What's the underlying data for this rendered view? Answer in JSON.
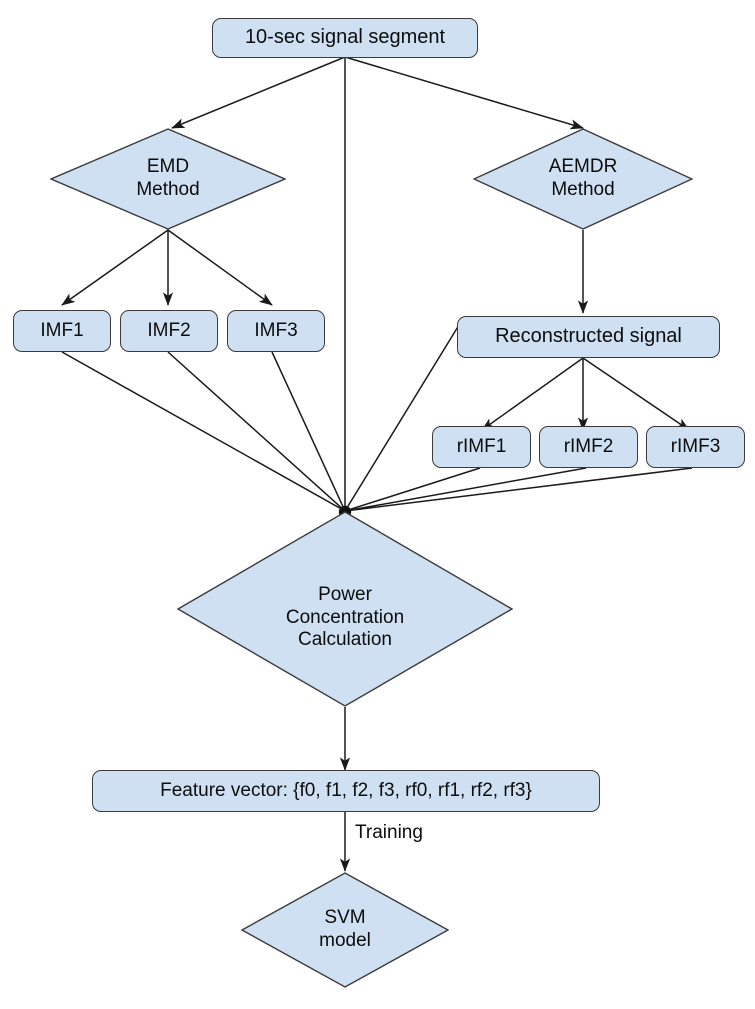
{
  "diagram": {
    "title": "EMD / AEMDR feature extraction and SVM training pipeline",
    "colors": {
      "node_fill": "#cfe0f3",
      "node_stroke": "#3b3b3b",
      "edge_stroke": "#1a1a1a",
      "text": "#0d0d0d",
      "background": "#ffffff"
    },
    "nodes": {
      "signal_segment": {
        "label": "10-sec signal segment",
        "shape": "rounded-rectangle"
      },
      "emd_method": {
        "label": "EMD\nMethod",
        "line1": "EMD",
        "line2": "Method",
        "shape": "diamond"
      },
      "aemdr_method": {
        "label": "AEMDR\nMethod",
        "line1": "AEMDR",
        "line2": "Method",
        "shape": "diamond"
      },
      "imf1": {
        "label": "IMF1",
        "shape": "rounded-rectangle"
      },
      "imf2": {
        "label": "IMF2",
        "shape": "rounded-rectangle"
      },
      "imf3": {
        "label": "IMF3",
        "shape": "rounded-rectangle"
      },
      "reconstructed_signal": {
        "label": "Reconstructed signal",
        "shape": "rounded-rectangle"
      },
      "rimf1": {
        "label": "rIMF1",
        "shape": "rounded-rectangle"
      },
      "rimf2": {
        "label": "rIMF2",
        "shape": "rounded-rectangle"
      },
      "rimf3": {
        "label": "rIMF3",
        "shape": "rounded-rectangle"
      },
      "junction": {
        "label": "",
        "shape": "junction-dot"
      },
      "power_concentration": {
        "label": "Power Concentration Calculation",
        "line1": "Power",
        "line2": "Concentration",
        "line3": "Calculation",
        "shape": "diamond"
      },
      "feature_vector": {
        "label": "Feature vector: {f0, f1, f2, f3, rf0, rf1, rf2, rf3}",
        "shape": "rounded-rectangle"
      },
      "svm_model": {
        "label": "SVM\nmodel",
        "line1": "SVM",
        "line2": "model",
        "shape": "diamond"
      }
    },
    "edge_labels": {
      "training": "Training"
    },
    "edges": [
      {
        "from": "signal_segment",
        "to": "emd_method",
        "arrow": true
      },
      {
        "from": "signal_segment",
        "to": "aemdr_method",
        "arrow": true
      },
      {
        "from": "signal_segment",
        "to": "junction",
        "arrow": false
      },
      {
        "from": "emd_method",
        "to": "imf1",
        "arrow": true
      },
      {
        "from": "emd_method",
        "to": "imf2",
        "arrow": true
      },
      {
        "from": "emd_method",
        "to": "imf3",
        "arrow": true
      },
      {
        "from": "aemdr_method",
        "to": "reconstructed_signal",
        "arrow": true
      },
      {
        "from": "reconstructed_signal",
        "to": "rimf1",
        "arrow": true
      },
      {
        "from": "reconstructed_signal",
        "to": "rimf2",
        "arrow": true
      },
      {
        "from": "reconstructed_signal",
        "to": "rimf3",
        "arrow": true
      },
      {
        "from": "imf1",
        "to": "junction",
        "arrow": false
      },
      {
        "from": "imf2",
        "to": "junction",
        "arrow": false
      },
      {
        "from": "imf3",
        "to": "junction",
        "arrow": false
      },
      {
        "from": "reconstructed_signal",
        "to": "junction",
        "arrow": false
      },
      {
        "from": "rimf1",
        "to": "junction",
        "arrow": false
      },
      {
        "from": "rimf2",
        "to": "junction",
        "arrow": false
      },
      {
        "from": "rimf3",
        "to": "junction",
        "arrow": false
      },
      {
        "from": "power_concentration",
        "to": "feature_vector",
        "arrow": true
      },
      {
        "from": "feature_vector",
        "to": "svm_model",
        "arrow": true,
        "label": "Training"
      }
    ]
  }
}
